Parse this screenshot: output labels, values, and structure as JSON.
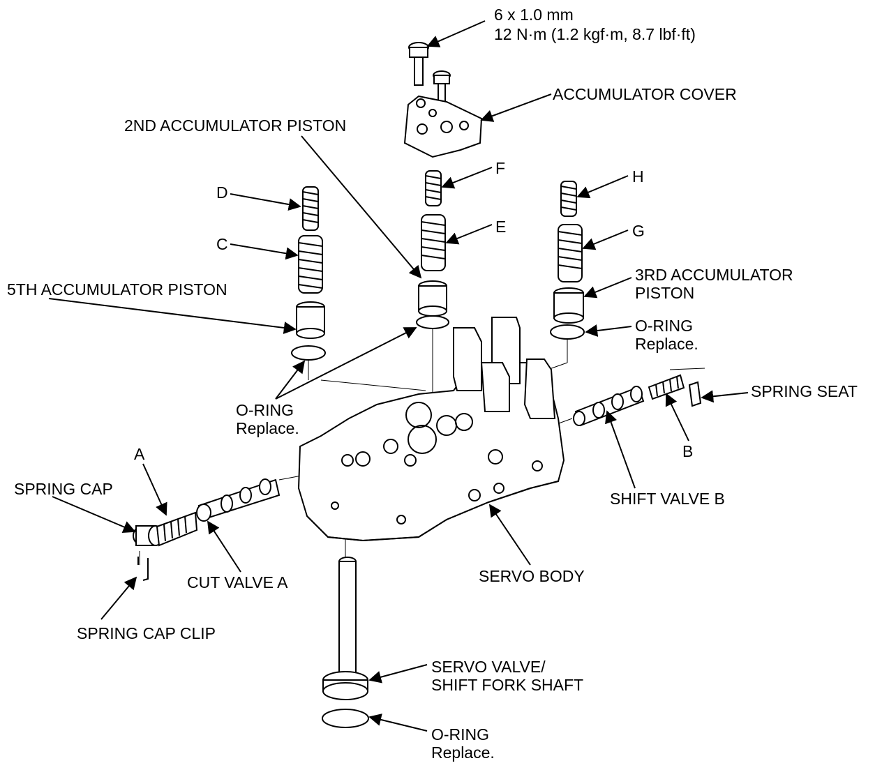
{
  "labels": {
    "bolt_size": "6 x 1.0 mm",
    "bolt_torque": "12 N·m (1.2 kgf·m, 8.7 lbf·ft)",
    "accumulator_cover": "ACCUMULATOR COVER",
    "second_accumulator_piston": "2ND ACCUMULATOR PISTON",
    "d": "D",
    "c": "C",
    "f": "F",
    "e": "E",
    "h": "H",
    "g": "G",
    "fifth_accumulator_piston": "5TH ACCUMULATOR PISTON",
    "third_accumulator_piston_l1": "3RD ACCUMULATOR",
    "third_accumulator_piston_l2": "PISTON",
    "oring_right_l1": "O-RING",
    "oring_right_l2": "Replace.",
    "spring_seat": "SPRING SEAT",
    "oring_left_l1": "O-RING",
    "oring_left_l2": "Replace.",
    "b": "B",
    "a": "A",
    "spring_cap": "SPRING CAP",
    "shift_valve_b": "SHIFT VALVE B",
    "cut_valve_a": "CUT VALVE A",
    "servo_body": "SERVO BODY",
    "spring_cap_clip": "SPRING CAP CLIP",
    "servo_valve_l1": "SERVO VALVE/",
    "servo_valve_l2": "SHIFT FORK SHAFT",
    "oring_bottom_l1": "O-RING",
    "oring_bottom_l2": "Replace."
  }
}
